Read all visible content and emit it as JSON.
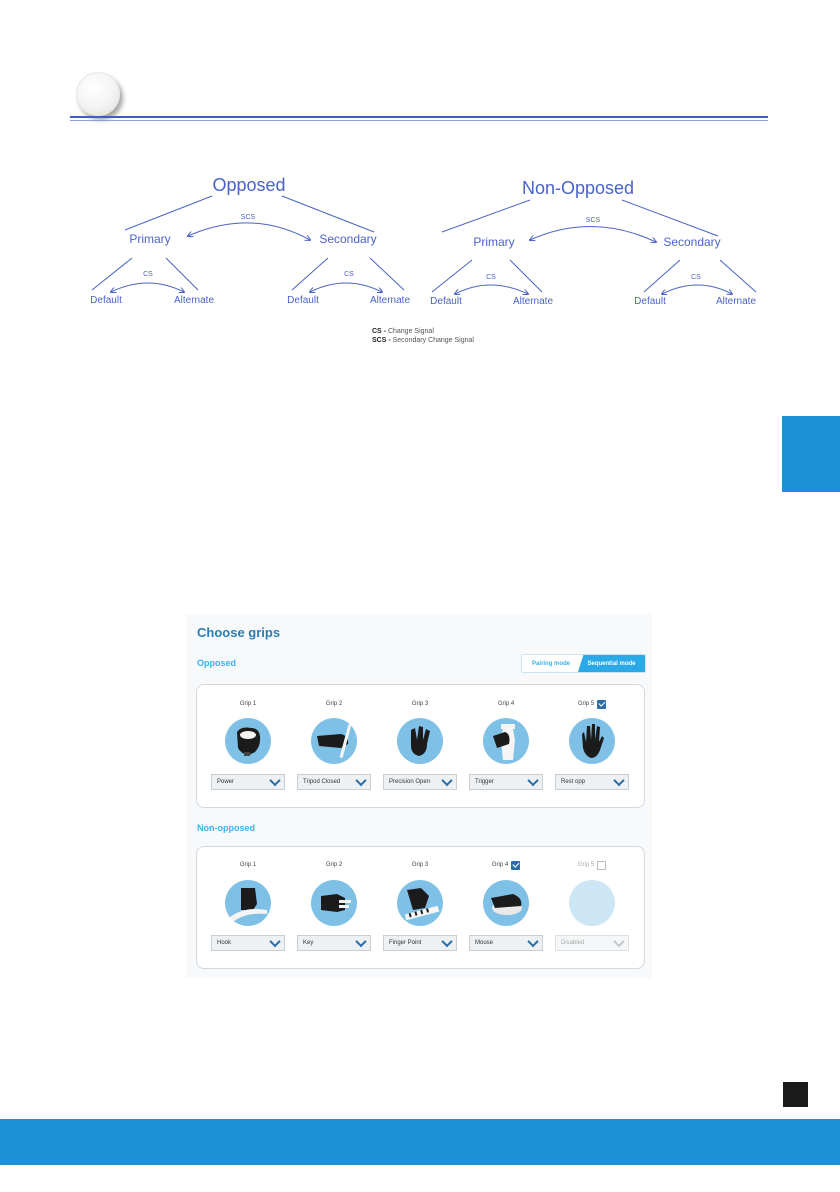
{
  "diagrams": [
    {
      "root": "Opposed",
      "primary": "Primary",
      "secondary": "Secondary",
      "default": "Default",
      "alternate": "Alternate",
      "scs": "SCS",
      "cs": "CS"
    },
    {
      "root": "Non-Opposed",
      "primary": "Primary",
      "secondary": "Secondary",
      "default": "Default",
      "alternate": "Alternate",
      "scs": "SCS",
      "cs": "CS"
    }
  ],
  "legend": {
    "cs_abbr": "CS -",
    "cs_text": " Change Signal",
    "scs_abbr": "SCS -",
    "scs_text": " Secondary Change Signal"
  },
  "ui": {
    "title": "Choose grips",
    "opposed_label": "Opposed",
    "non_opposed_label": "Non-opposed",
    "mode_pairing": "Pairing mode",
    "mode_sequential": "Sequential mode",
    "opposed": [
      {
        "label": "Grip 1",
        "value": "Power",
        "checked": null,
        "disabled": false,
        "icon": "power-grip-hand-icon"
      },
      {
        "label": "Grip 2",
        "value": "Tripod Closed",
        "checked": null,
        "disabled": false,
        "icon": "tripod-grip-hand-icon"
      },
      {
        "label": "Grip 3",
        "value": "Precision Open",
        "checked": null,
        "disabled": false,
        "icon": "precision-grip-hand-icon"
      },
      {
        "label": "Grip 4",
        "value": "Trigger",
        "checked": null,
        "disabled": false,
        "icon": "trigger-grip-hand-icon"
      },
      {
        "label": "Grip 5",
        "value": "Rest opp",
        "checked": true,
        "disabled": false,
        "icon": "rest-hand-icon"
      }
    ],
    "non_opposed": [
      {
        "label": "Grip 1",
        "value": "Hook",
        "checked": null,
        "disabled": false,
        "icon": "hook-grip-hand-icon"
      },
      {
        "label": "Grip 2",
        "value": "Key",
        "checked": null,
        "disabled": false,
        "icon": "key-grip-hand-icon"
      },
      {
        "label": "Grip 3",
        "value": "Finger Point",
        "checked": null,
        "disabled": false,
        "icon": "finger-point-hand-icon"
      },
      {
        "label": "Grip 4",
        "value": "Mouse",
        "checked": true,
        "disabled": false,
        "icon": "mouse-grip-hand-icon"
      },
      {
        "label": "Grip 5",
        "value": "Disabled",
        "checked": false,
        "disabled": true,
        "icon": "empty-grip-icon"
      }
    ]
  },
  "colors": {
    "brand_blue": "#1e90d8",
    "diagram_blue": "#4a63c6",
    "ui_accent": "#38b3ec"
  }
}
